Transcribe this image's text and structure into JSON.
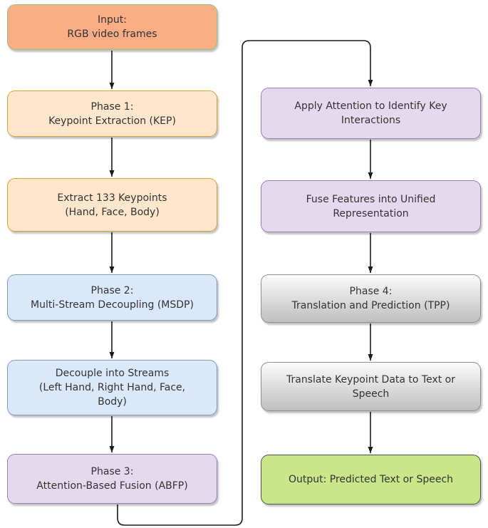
{
  "palette": {
    "text_color": "#333333",
    "line_color": "#1a1a1a",
    "salmon_fill": "#FBAE85",
    "salmon_stroke": "#95C57E",
    "orange_fill": "#FFE6CC",
    "orange_stroke": "#D9A33C",
    "blue_fill": "#DAE8FC",
    "blue_stroke": "#7E9CC4",
    "purple_fill": "#E5D9ED",
    "purple_stroke": "#9B7FB6",
    "gray_fill_top": "#FBFBFB",
    "gray_fill_bottom": "#BFBFBF",
    "gray_stroke": "#8F8F8F",
    "green_fill": "#C9E689",
    "green_stroke": "#4C554A"
  },
  "nodes": {
    "input": {
      "text": "Input:\nRGB video frames"
    },
    "phase1": {
      "text": "Phase 1:\nKeypoint Extraction (KEP)"
    },
    "extract": {
      "text": "Extract 133 Keypoints\n(Hand, Face, Body)"
    },
    "phase2": {
      "text": "Phase 2:\nMulti-Stream Decoupling (MSDP)"
    },
    "decouple": {
      "text": "Decouple into Streams\n(Left Hand, Right Hand, Face,\nBody)"
    },
    "phase3": {
      "text": "Phase 3:\nAttention-Based Fusion (ABFP)"
    },
    "apply": {
      "text": "Apply Attention to Identify Key\nInteractions"
    },
    "fuse": {
      "text": "Fuse Features into Unified\nRepresentation"
    },
    "phase4": {
      "text": "Phase 4:\nTranslation and Prediction (TPP)"
    },
    "translate": {
      "text": "Translate Keypoint Data to Text or\nSpeech"
    },
    "output": {
      "text": "Output: Predicted Text or Speech"
    }
  }
}
